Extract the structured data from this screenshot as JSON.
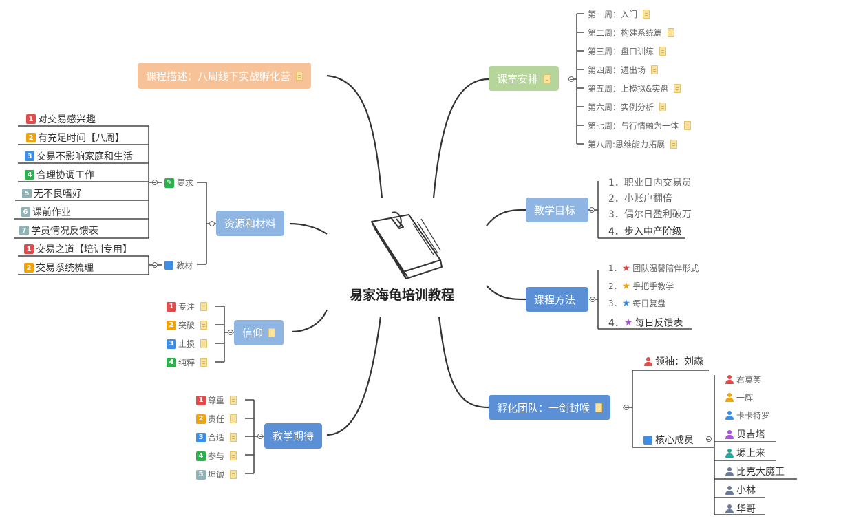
{
  "central": {
    "title": "易家海龟培训教程"
  },
  "course_desc": {
    "label": "课程描述：八周线下实战孵化营",
    "color": "#f8c298"
  },
  "schedule": {
    "label": "课室安排",
    "color": "#b6d59b",
    "items": [
      "第一周：入门",
      "第二周：构建系统篇",
      "第三周：盘口训练",
      "第四周：进出场",
      "第五周：上模拟&实盘",
      "第六周：实例分析",
      "第七周：与行情融为一体",
      "第八周:思维能力拓展"
    ]
  },
  "goals": {
    "label": "教学目标",
    "color": "#8fb6e2",
    "items": [
      "1．职业日内交易员",
      "2．小账户翻倍",
      "3．偶尔日盈利破万",
      "4．步入中产阶级"
    ]
  },
  "methods": {
    "label": "课程方法",
    "color": "#5b8fd6",
    "items": [
      {
        "num": "1．",
        "text": "团队温馨陪伴形式",
        "star_color": "#e24b4b"
      },
      {
        "num": "2．",
        "text": "手把手教学",
        "star_color": "#f0a30a"
      },
      {
        "num": "3．",
        "text": "每日复盘",
        "star_color": "#3d8ee8"
      },
      {
        "num": "4．",
        "text": "每日反馈表",
        "star_color": "#a855d8"
      }
    ]
  },
  "team": {
    "label": "孵化团队：一剑封喉",
    "color": "#5b8fd6",
    "leader": "领袖：刘森",
    "core_label": "核心成员",
    "members": [
      {
        "name": "君莫笑",
        "color": "#e24b4b"
      },
      {
        "name": "一辉",
        "color": "#f0a30a"
      },
      {
        "name": "卡卡特罗",
        "color": "#3d8ee8"
      },
      {
        "name": "贝吉塔",
        "color": "#a855d8"
      },
      {
        "name": "塬上来",
        "color": "#20a6a0"
      },
      {
        "name": "比克大魔王",
        "color": "#6b7a99"
      },
      {
        "name": "小林",
        "color": "#6b7a99"
      },
      {
        "name": "华哥",
        "color": "#6b7a99"
      }
    ]
  },
  "resources": {
    "label": "资源和材料",
    "color": "#8fb6e2",
    "req_label": "要求",
    "mat_label": "教材",
    "requirements": [
      "对交易感兴趣",
      "有充足时间【八周】",
      "交易不影响家庭和生活",
      "合理协调工作",
      "无不良嗜好",
      "课前作业",
      "学员情况反馈表"
    ],
    "materials": [
      "交易之道【培训专用】",
      "交易系统梳理"
    ]
  },
  "faith": {
    "label": "信仰",
    "color": "#8fb6e2",
    "items": [
      "专注",
      "突破",
      "止损",
      "纯粹"
    ]
  },
  "expect": {
    "label": "教学期待",
    "color": "#5b8fd6",
    "items": [
      "尊重",
      "责任",
      "合适",
      "参与",
      "坦诚"
    ]
  }
}
